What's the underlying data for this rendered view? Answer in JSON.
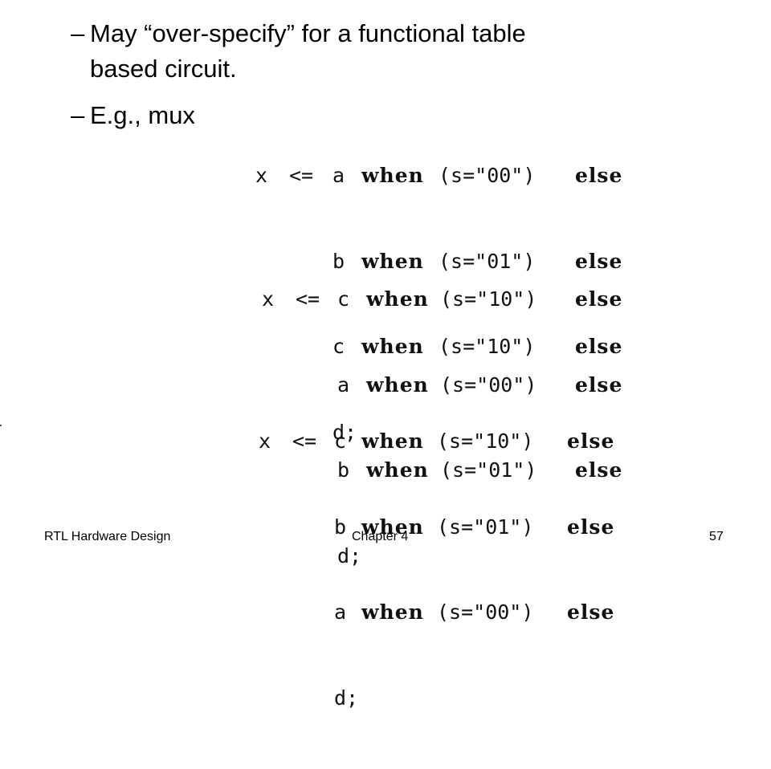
{
  "bullets": [
    {
      "dash": "–",
      "line1": "May “over-specify” for a functional table",
      "line2": "based circuit."
    },
    {
      "dash": "–",
      "line1": "E.g., mux"
    }
  ],
  "code_blocks": [
    {
      "lines": [
        {
          "lhs": "x",
          "op": "<=",
          "v": "a",
          "when": "when",
          "cond": "(s=\"00\")",
          "else": "else"
        },
        {
          "v": "b",
          "when": "when",
          "cond": "(s=\"01\")",
          "else": "else"
        },
        {
          "v": "c",
          "when": "when",
          "cond": "(s=\"10\")",
          "else": "else"
        },
        {
          "v": "d;"
        }
      ]
    },
    {
      "lines": [
        {
          "lhs": "x",
          "op": "<=",
          "v": "c",
          "when": "when",
          "cond": "(s=\"10\")",
          "else": "else"
        },
        {
          "v": "a",
          "when": "when",
          "cond": "(s=\"00\")",
          "else": "else"
        },
        {
          "v": "b",
          "when": "when",
          "cond": "(s=\"01\")",
          "else": "else"
        },
        {
          "v": "d;"
        }
      ]
    },
    {
      "lines": [
        {
          "lhs": "x",
          "op": "<=",
          "v": "c",
          "when": "when",
          "cond": "(s=\"10\")",
          "else": "else"
        },
        {
          "v": "b",
          "when": "when",
          "cond": "(s=\"01\")",
          "else": "else"
        },
        {
          "v": "a",
          "when": "when",
          "cond": "(s=\"00\")",
          "else": "else"
        },
        {
          "v": "d;"
        }
      ]
    }
  ],
  "footer": {
    "left": "RTL Hardware Design",
    "center": "Chapter 4",
    "page": "57"
  }
}
